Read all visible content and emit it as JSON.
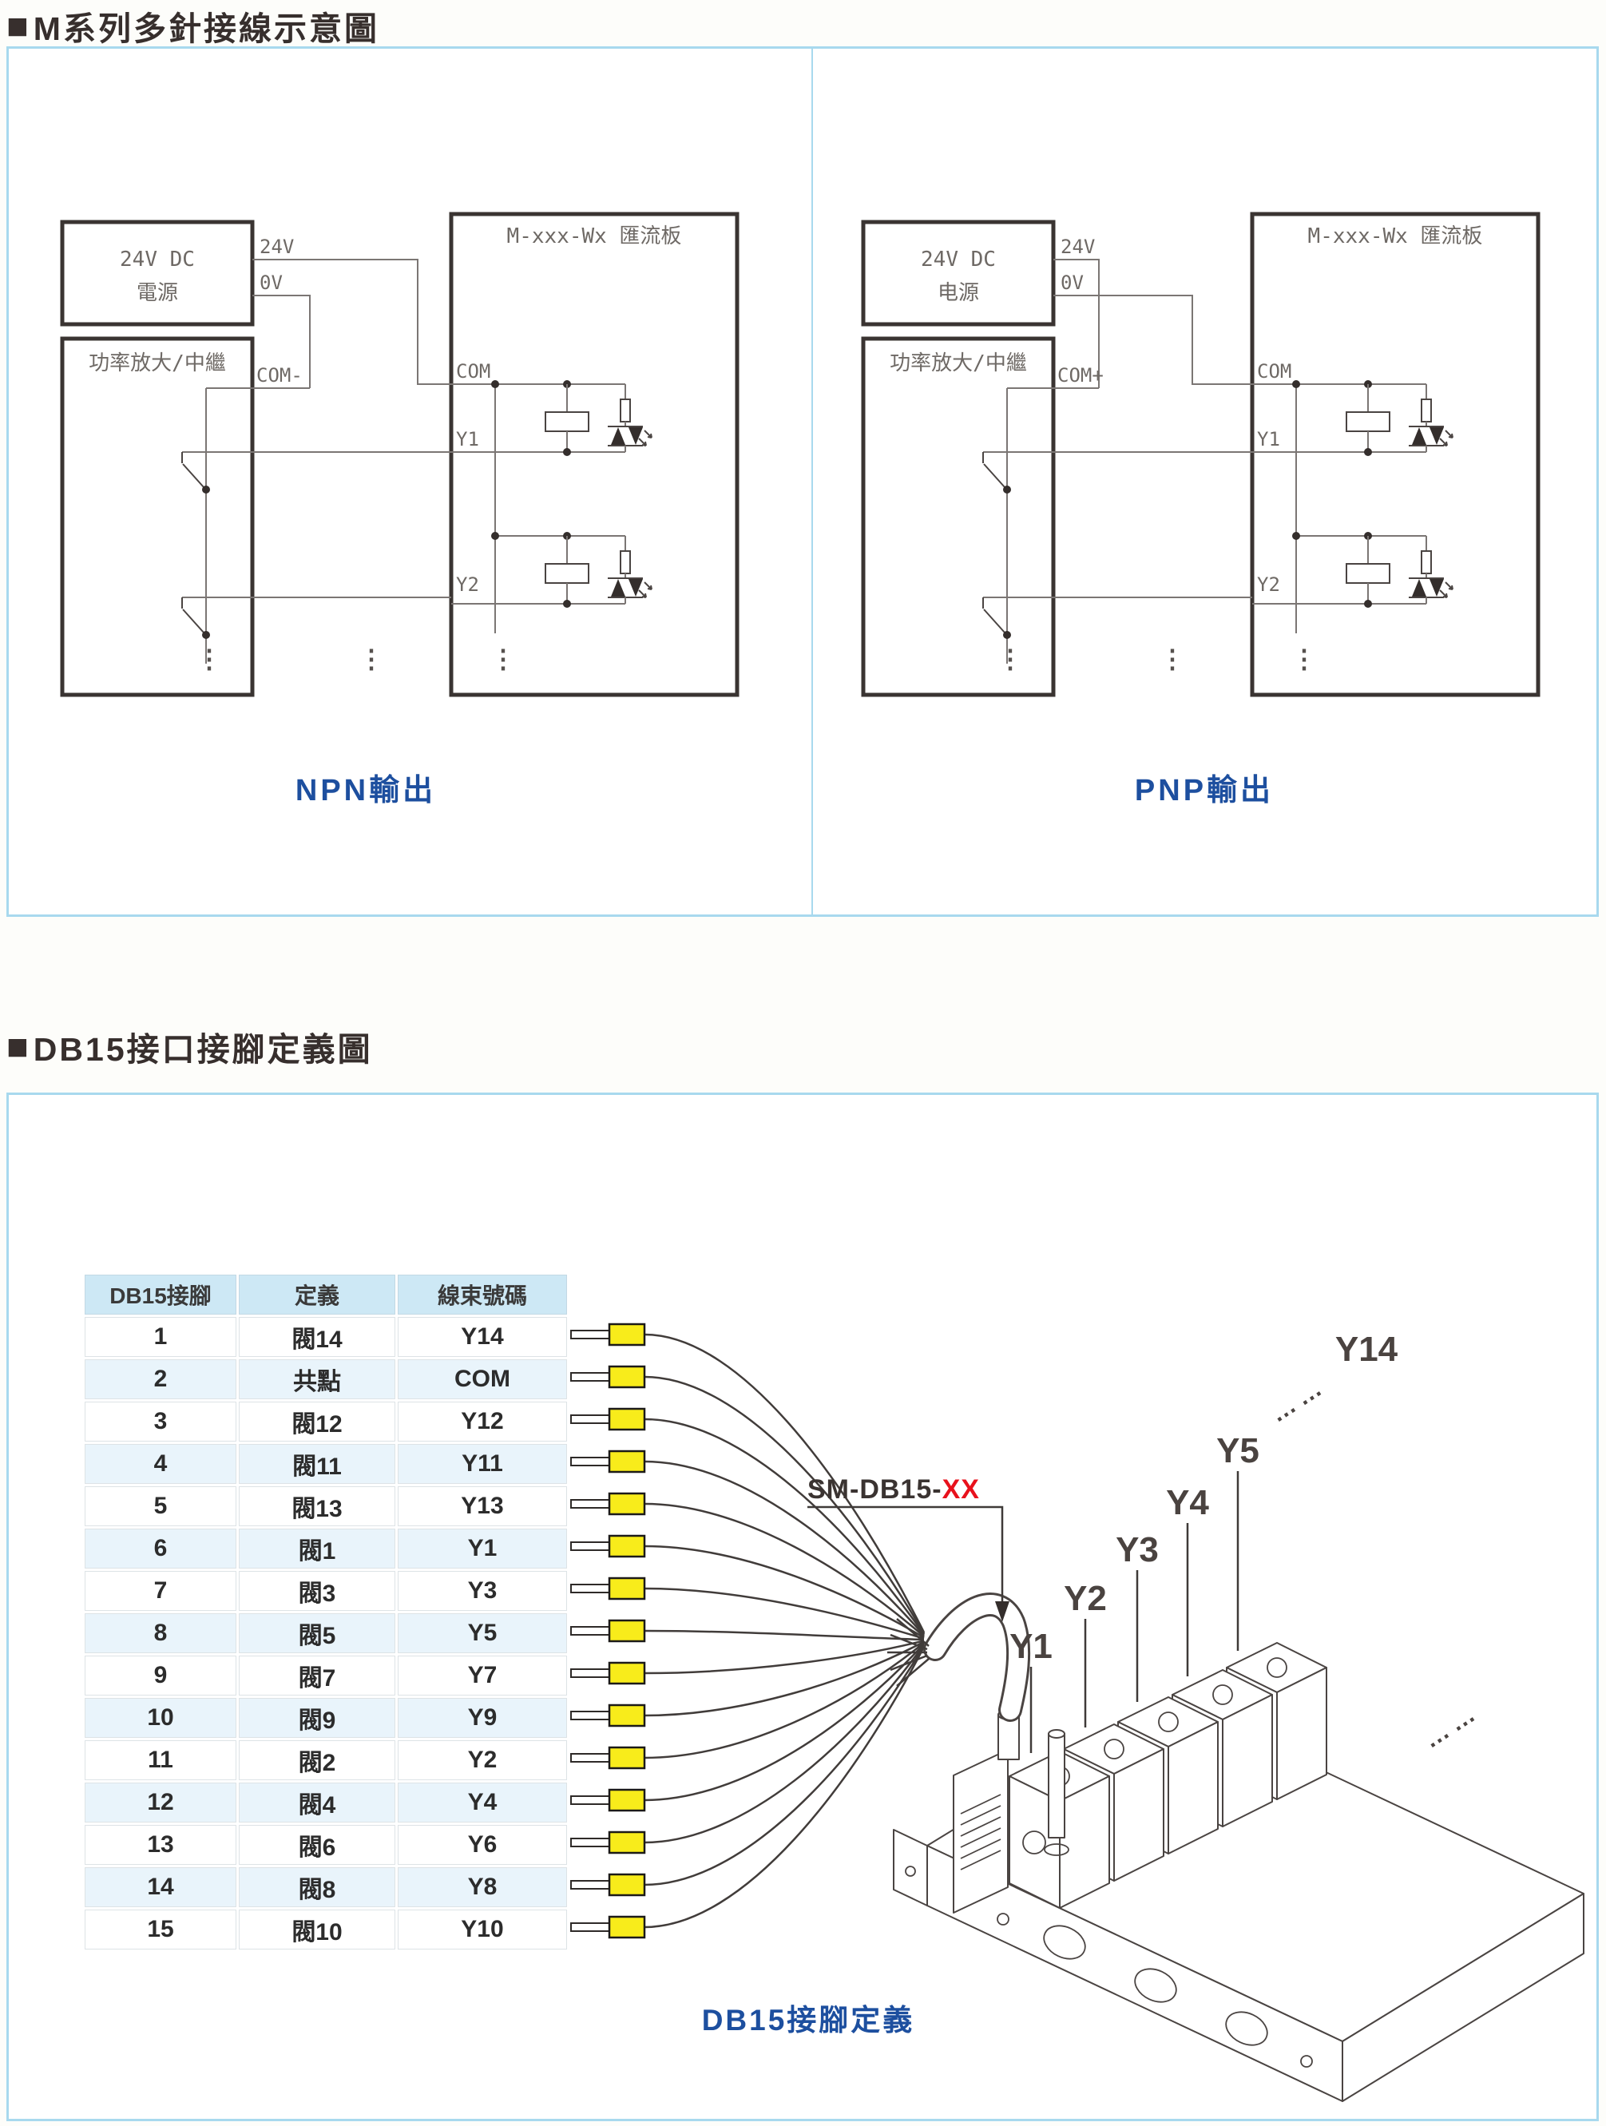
{
  "colors": {
    "accent_border": "#a8d9ee",
    "caption_blue": "#1d4f9f",
    "suffix_red": "#e8111c",
    "ferrule_yellow": "#f8ec1b",
    "table_header_bg": "#cde8f5",
    "table_even_bg": "#e9f4fb"
  },
  "section1": {
    "bullet": "■",
    "title": "M系列多針接線示意圖",
    "panels": [
      {
        "power_line1": "24V DC",
        "power_line2": "電源",
        "amp_label": "功率放大/中繼",
        "board_label": "M-xxx-Wx 匯流板",
        "pin_24v": "24V",
        "pin_0v": "0V",
        "com_label": "COM-",
        "board_com": "COM",
        "y1": "Y1",
        "y2": "Y2",
        "dots": "⋮",
        "caption": "NPN輸出"
      },
      {
        "power_line1": "24V DC",
        "power_line2": "电源",
        "amp_label": "功率放大/中繼",
        "board_label": "M-xxx-Wx 匯流板",
        "pin_24v": "24V",
        "pin_0v": "0V",
        "com_label": "COM+",
        "board_com": "COM",
        "y1": "Y1",
        "y2": "Y2",
        "dots": "⋮",
        "caption": "PNP輸出"
      }
    ]
  },
  "section2": {
    "bullet": "■",
    "title": "DB15接口接腳定義圖",
    "table": {
      "headers": [
        "DB15接腳",
        "定義",
        "線束號碼"
      ],
      "rows": [
        [
          "1",
          "閥14",
          "Y14"
        ],
        [
          "2",
          "共點",
          "COM"
        ],
        [
          "3",
          "閥12",
          "Y12"
        ],
        [
          "4",
          "閥11",
          "Y11"
        ],
        [
          "5",
          "閥13",
          "Y13"
        ],
        [
          "6",
          "閥1",
          "Y1"
        ],
        [
          "7",
          "閥3",
          "Y3"
        ],
        [
          "8",
          "閥5",
          "Y5"
        ],
        [
          "9",
          "閥7",
          "Y7"
        ],
        [
          "10",
          "閥9",
          "Y9"
        ],
        [
          "11",
          "閥2",
          "Y2"
        ],
        [
          "12",
          "閥4",
          "Y4"
        ],
        [
          "13",
          "閥6",
          "Y6"
        ],
        [
          "14",
          "閥8",
          "Y8"
        ],
        [
          "15",
          "閥10",
          "Y10"
        ]
      ]
    },
    "cable_label_prefix": "SM-DB15-",
    "cable_label_suffix": "XX",
    "valve_labels": [
      "Y1",
      "Y2",
      "Y3",
      "Y4",
      "Y5"
    ],
    "valve_label_far": "Y14",
    "ellipsis": "··· ···",
    "caption": "DB15接腳定義"
  }
}
